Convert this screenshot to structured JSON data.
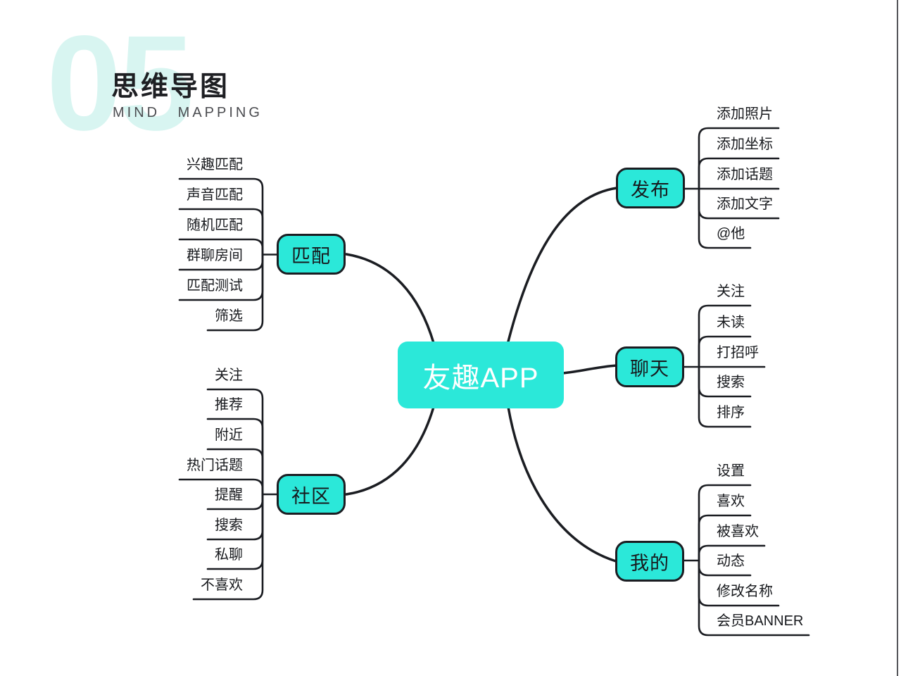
{
  "page": {
    "number": "05",
    "title": "思维导图",
    "subtitle": "MIND MAPPING"
  },
  "colors": {
    "node_fill": "#2BE8D9",
    "line": "#1B1D22",
    "number_watermark": "#D8F5F1"
  },
  "center": {
    "label": "友趣APP"
  },
  "branches": [
    {
      "label": "匹配",
      "children": [
        "兴趣匹配",
        "声音匹配",
        "随机匹配",
        "群聊房间",
        "匹配测试",
        "筛选"
      ]
    },
    {
      "label": "社区",
      "children": [
        "关注",
        "推荐",
        "附近",
        "热门话题",
        "提醒",
        "搜索",
        "私聊",
        "不喜欢"
      ]
    },
    {
      "label": "发布",
      "children": [
        "添加照片",
        "添加坐标",
        "添加话题",
        "添加文字",
        "@他"
      ]
    },
    {
      "label": "聊天",
      "children": [
        "关注",
        "未读",
        "打招呼",
        "搜索",
        "排序"
      ]
    },
    {
      "label": "我的",
      "children": [
        "设置",
        "喜欢",
        "被喜欢",
        "动态",
        "修改名称",
        "会员BANNER"
      ]
    }
  ]
}
